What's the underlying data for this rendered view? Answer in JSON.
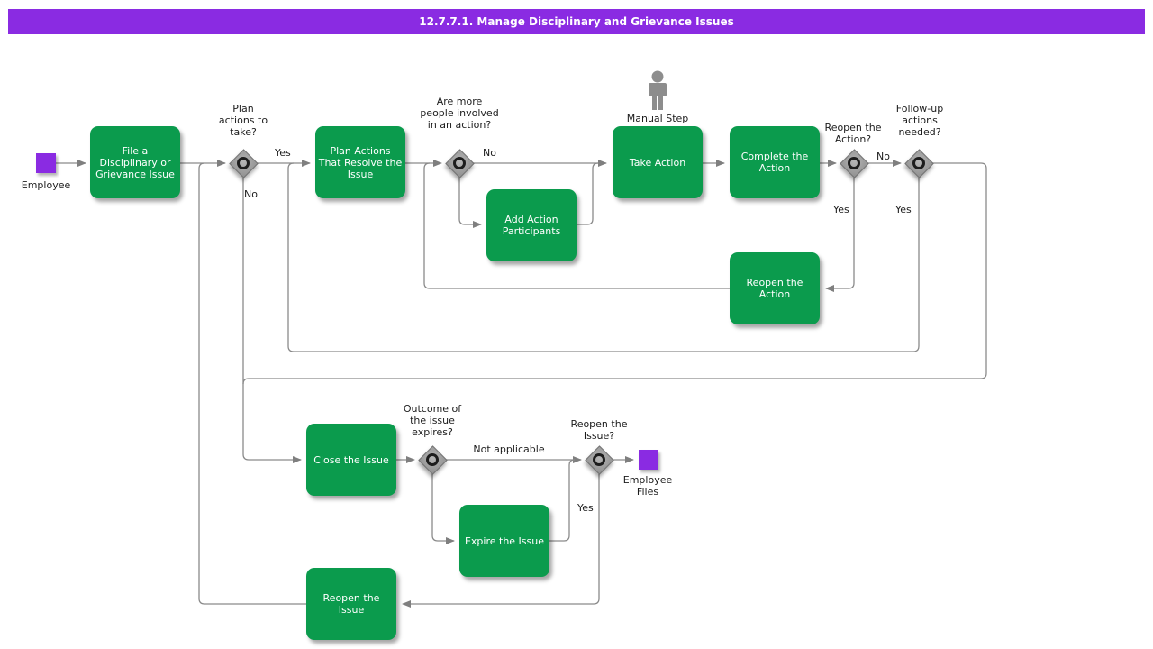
{
  "title": "12.7.7.1. Manage Disciplinary and Grievance Issues",
  "colors": {
    "title_bar_purple": "#8A2BE2",
    "event_square_purple": "#8A2BE2",
    "task_green": "#0B9B4D",
    "connector_gray": "#8A8A8A",
    "decision_gray": "#9E9E9E"
  },
  "start": {
    "label": "Employee"
  },
  "end": {
    "label": "Employee\nFiles"
  },
  "manual_step": {
    "label": "Manual Step",
    "icon": "person-icon"
  },
  "tasks": {
    "file_issue": {
      "label": "File a\nDisciplinary or\nGrievance Issue"
    },
    "plan_actions": {
      "label": "Plan Actions\nThat Resolve the\nIssue"
    },
    "add_participants": {
      "label": "Add Action\nParticipants"
    },
    "take_action": {
      "label": "Take Action"
    },
    "complete_action": {
      "label": "Complete the\nAction"
    },
    "reopen_action": {
      "label": "Reopen the\nAction"
    },
    "close_issue": {
      "label": "Close the Issue"
    },
    "expire_issue": {
      "label": "Expire the Issue"
    },
    "reopen_issue": {
      "label": "Reopen the\nIssue"
    }
  },
  "decisions": {
    "plan_actions_to_take": {
      "question": "Plan\nactions to\ntake?",
      "yes": "Yes",
      "no": "No"
    },
    "more_people_involved": {
      "question": "Are more\npeople involved\nin an action?",
      "no": "No"
    },
    "reopen_the_action": {
      "question": "Reopen the\nAction?",
      "no": "No",
      "yes": "Yes"
    },
    "follow_up_needed": {
      "question": "Follow-up\nactions\nneeded?",
      "yes": "Yes"
    },
    "outcome_expires": {
      "question": "Outcome of\nthe issue\nexpires?",
      "not_applicable": "Not applicable"
    },
    "reopen_the_issue": {
      "question": "Reopen the\nIssue?",
      "yes": "Yes"
    }
  }
}
